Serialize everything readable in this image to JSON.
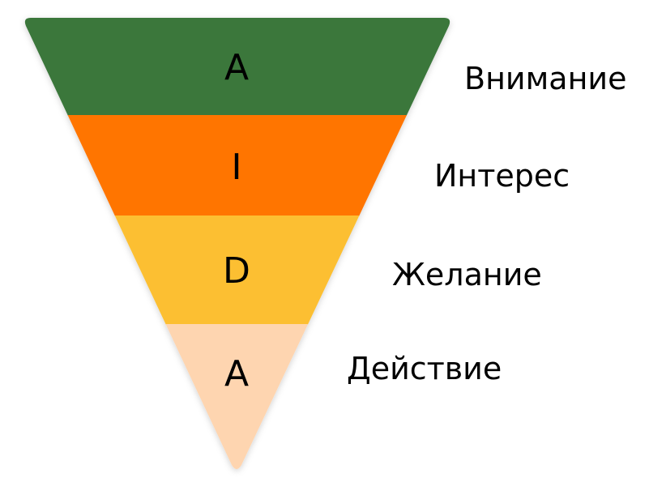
{
  "title": "AIDA",
  "stages": [
    {
      "letter": "A",
      "label": "Внимание",
      "color": "#3a773b"
    },
    {
      "letter": "I",
      "label": "Интерес",
      "color": "#ff7500"
    },
    {
      "letter": "D",
      "label": "Желание",
      "color": "#fcbf33"
    },
    {
      "letter": "A",
      "label": "Действие",
      "color": "#fed5b0"
    }
  ]
}
